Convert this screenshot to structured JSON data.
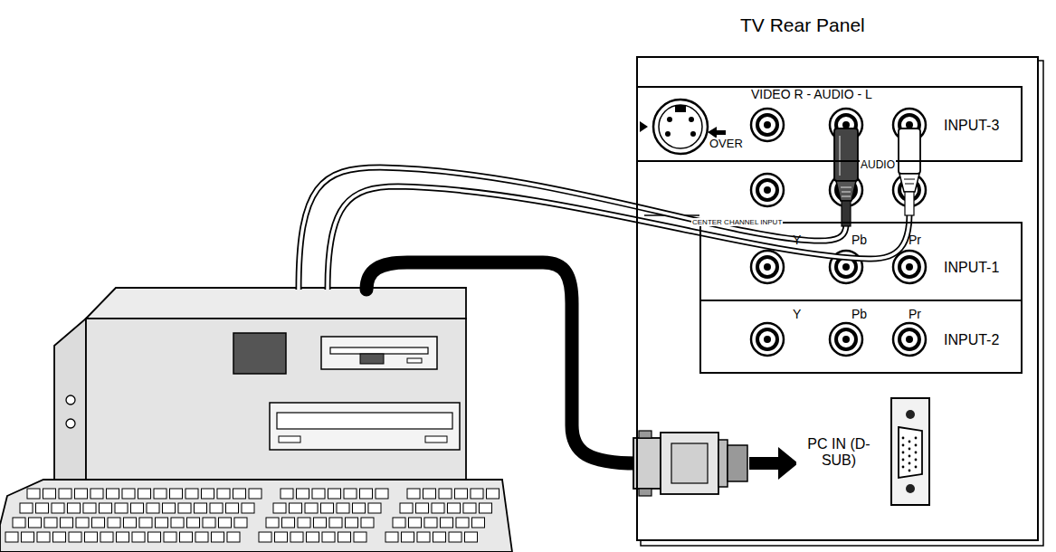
{
  "diagram": {
    "nodes": [
      {
        "text": [
          "TV Rear Panel"
        ]
      },
      {
        "text": [
          "VIDEO R - AUDIO - L",
          "INPUT-3"
        ],
        "in": 0
      },
      {
        "text": [
          "Y",
          "Pb",
          "Pr",
          "INPUT-1"
        ],
        "in": 0
      },
      {
        "text": [
          "Y",
          "Pb",
          "Pr",
          "INPUT-2"
        ],
        "in": 0
      }
    ],
    "labels": [
      "OVER",
      "AUDIO",
      "CENTER CHANNEL INPUT",
      "PC IN (D-SUB)"
    ]
  }
}
